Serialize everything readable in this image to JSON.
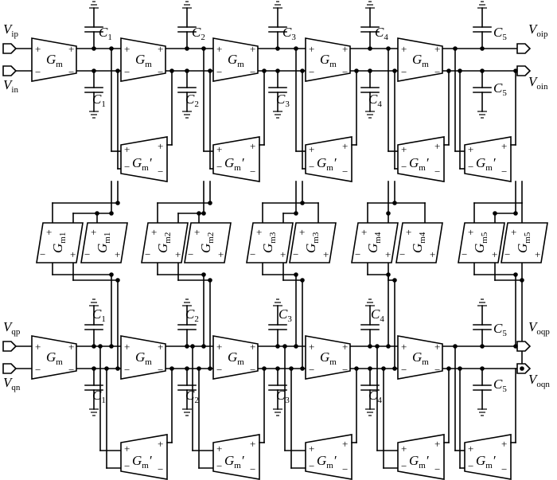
{
  "colors": {
    "line": "#000000",
    "background": "#ffffff"
  },
  "ports": {
    "vip": {
      "main": "V",
      "sub": "ip"
    },
    "vin": {
      "main": "V",
      "sub": "in"
    },
    "voip": {
      "main": "V",
      "sub": "oip"
    },
    "voin": {
      "main": "V",
      "sub": "oin"
    },
    "vqp": {
      "main": "V",
      "sub": "qp"
    },
    "vqn": {
      "main": "V",
      "sub": "qn"
    },
    "voqp": {
      "main": "V",
      "sub": "oqp"
    },
    "voqn": {
      "main": "V",
      "sub": "oqn"
    }
  },
  "gm": {
    "main": "G",
    "sub": "m",
    "prime": "′"
  },
  "gm_cross": [
    {
      "sub": "m1"
    },
    {
      "sub": "m2"
    },
    {
      "sub": "m3"
    },
    {
      "sub": "m4"
    },
    {
      "sub": "m5"
    }
  ],
  "capacitors": [
    {
      "main": "C",
      "sub": "1"
    },
    {
      "main": "C",
      "sub": "2"
    },
    {
      "main": "C",
      "sub": "3"
    },
    {
      "main": "C",
      "sub": "4"
    },
    {
      "main": "C",
      "sub": "5"
    }
  ],
  "signs": {
    "plus": "+",
    "minus": "−"
  }
}
